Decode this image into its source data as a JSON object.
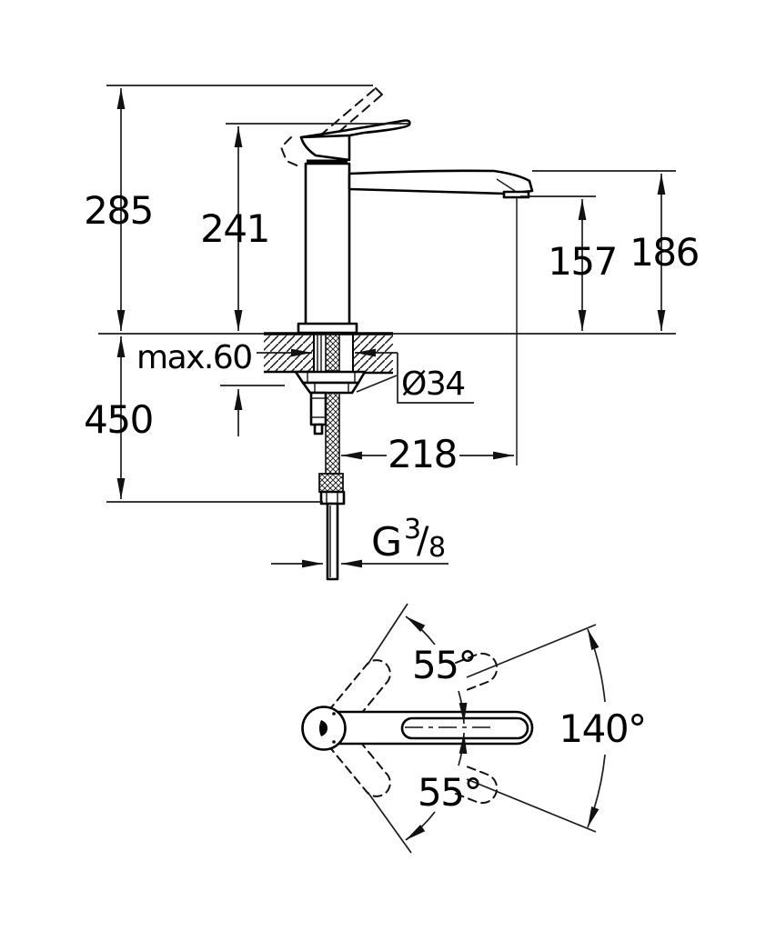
{
  "drawing": {
    "kind": "faucet-installation-dimension-drawing",
    "units": "mm"
  },
  "side_view": {
    "overall_height": "285",
    "body_height": "241",
    "outlet_height": "157",
    "spout_height": "186",
    "max_deck_thickness": "max.60",
    "hole_diameter": "Ø34",
    "hose_length": "450",
    "spout_reach": "218",
    "thread": {
      "prefix": "G",
      "numerator": "3",
      "slash": "/",
      "denominator": "8"
    }
  },
  "top_view": {
    "swivel_upper": "55°",
    "swivel_lower": "55°",
    "swivel_total": "140°"
  }
}
